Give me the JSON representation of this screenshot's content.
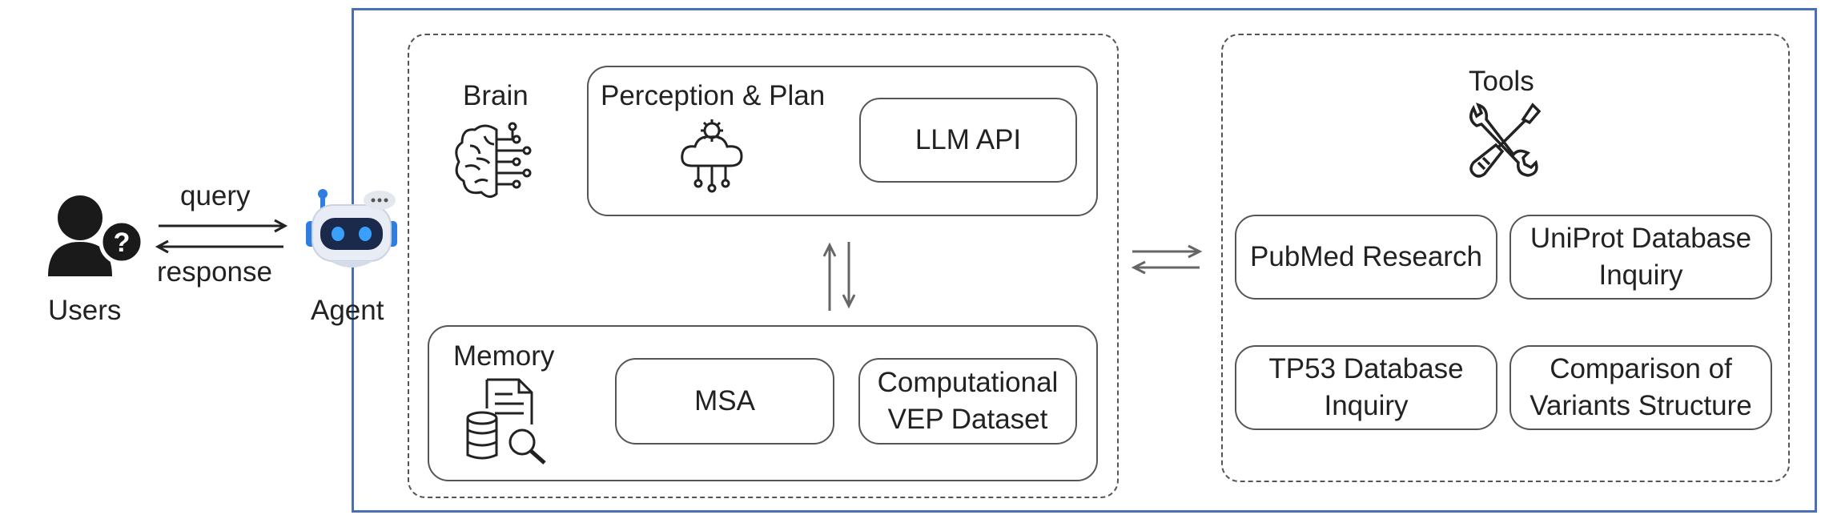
{
  "users": {
    "label": "Users"
  },
  "agent": {
    "label": "Agent"
  },
  "arrows": {
    "query": "query",
    "response": "response"
  },
  "brain": {
    "label": "Brain",
    "perception": {
      "label": "Perception &  Plan",
      "llm": "LLM API"
    }
  },
  "memory": {
    "label": "Memory",
    "msa": "MSA",
    "vep": "Computational\nVEP Dataset"
  },
  "tools": {
    "label": "Tools",
    "items": [
      "PubMed Research",
      "UniProt Database\nInquiry",
      "TP53 Database\nInquiry",
      "Comparison of\nVariants Structure"
    ]
  },
  "colors": {
    "outer_border": "#4a6fb5",
    "agent_blue": "#2f7de1",
    "robot_dark": "#1b2a4a"
  }
}
